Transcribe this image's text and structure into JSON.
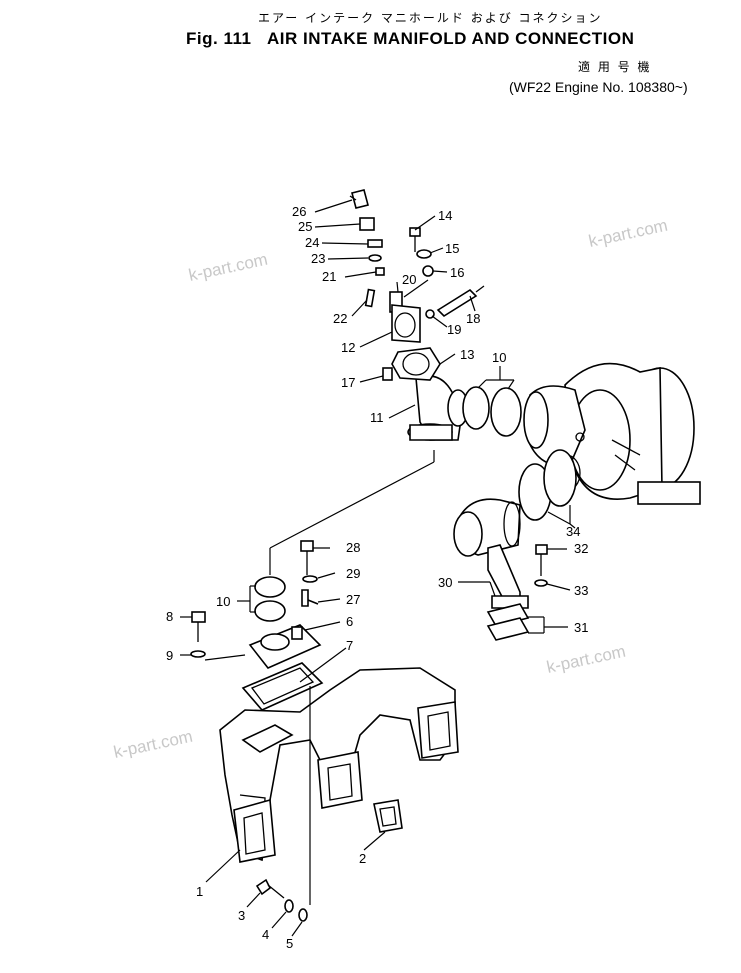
{
  "header": {
    "japanese_title": "エアー インテーク マニホールド および コネクション",
    "figure_label": "Fig. 111",
    "english_title": "AIR INTAKE MANIFOLD AND CONNECTION",
    "applicability_japanese": "適 用 号 機",
    "applicability": "(WF22 Engine No. 108380~)"
  },
  "watermarks": [
    "k-part.com",
    "k-part.com",
    "k-part.com",
    "k-part.com"
  ],
  "callouts": {
    "c1": "1",
    "c2": "2",
    "c3": "3",
    "c4": "4",
    "c5": "5",
    "c6": "6",
    "c7": "7",
    "c8": "8",
    "c9": "9",
    "c10a": "10",
    "c10b": "10",
    "c11": "11",
    "c12": "12",
    "c13": "13",
    "c14": "14",
    "c15": "15",
    "c16": "16",
    "c17": "17",
    "c18": "18",
    "c19": "19",
    "c20": "20",
    "c21": "21",
    "c22": "22",
    "c23": "23",
    "c24": "24",
    "c25": "25",
    "c26": "26",
    "c27": "27",
    "c28": "28",
    "c29": "29",
    "c30": "30",
    "c31": "31",
    "c32": "32",
    "c33": "33",
    "c34": "34"
  }
}
